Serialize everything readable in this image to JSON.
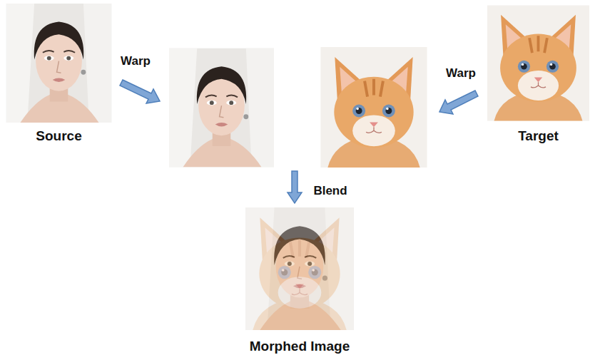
{
  "diagram": {
    "nodes": [
      {
        "text": [
          "Source"
        ]
      },
      {
        "text": [
          "Target"
        ]
      },
      {
        "text": [
          "Morphed Image"
        ]
      }
    ],
    "labels": [
      "Warp",
      "Warp",
      "Blend"
    ]
  }
}
